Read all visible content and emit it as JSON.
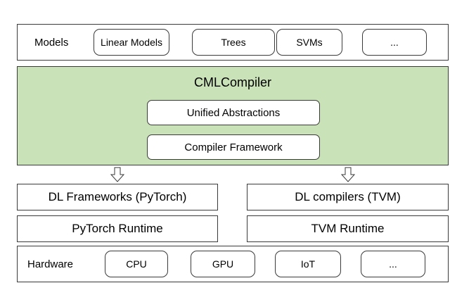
{
  "models": {
    "label": "Models",
    "items": [
      "Linear Models",
      "Trees",
      "SVMs",
      "..."
    ]
  },
  "compiler": {
    "title": "CMLCompiler",
    "items": [
      "Unified Abstractions",
      "Compiler Framework"
    ]
  },
  "frameworks": {
    "left": "DL Frameworks (PyTorch)",
    "right": "DL compilers (TVM)"
  },
  "runtimes": {
    "left": "PyTorch Runtime",
    "right": "TVM Runtime"
  },
  "hardware": {
    "label": "Hardware",
    "items": [
      "CPU",
      "GPU",
      "IoT",
      "..."
    ]
  },
  "colors": {
    "compiler_fill": "#c9e2b8",
    "border": "#3a3a3a"
  }
}
